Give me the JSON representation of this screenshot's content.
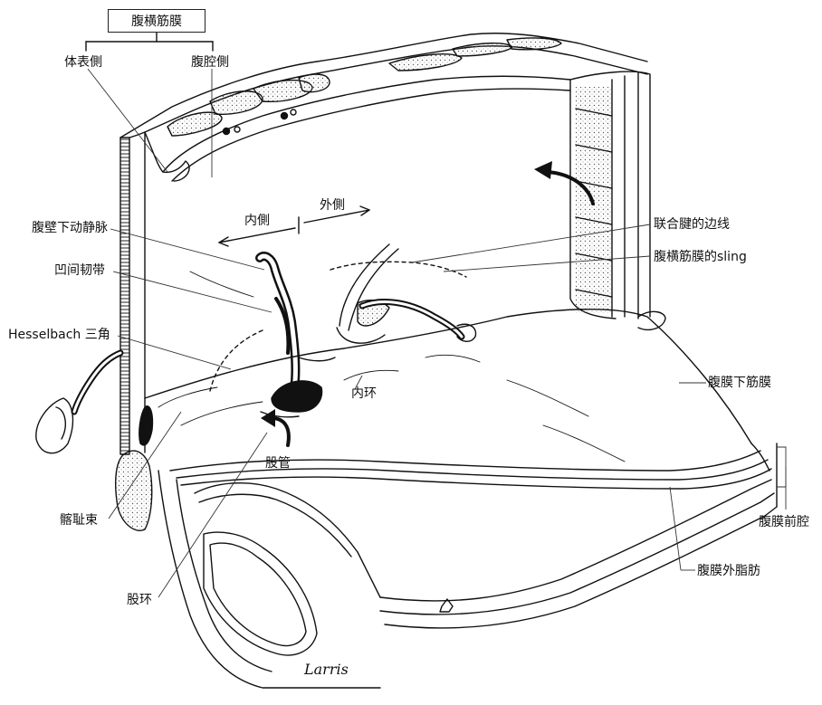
{
  "title": "腹横筋膜",
  "labels": {
    "body_surface_side": "体表側",
    "abdominal_cavity_side": "腹腔側",
    "medial": "内側",
    "lateral": "外側",
    "inferior_epigastric_vessels": "腹壁下动静脉",
    "interfoveolar_ligament": "凹间韧带",
    "hesselbach_triangle": "Hesselbach 三角",
    "iliopubic_tract": "髂耻束",
    "femoral_ring": "股环",
    "femoral_canal": "股管",
    "deep_inguinal_ring": "内环",
    "conjoint_tendon_edge": "联合腱的边线",
    "transversalis_fascia_sling": "腹横筋膜的sling",
    "subperitoneal_fascia": "腹膜下筋膜",
    "preperitoneal_space": "腹膜前腔",
    "extraperitoneal_fat": "腹膜外脂肪"
  },
  "signature": "Larris"
}
